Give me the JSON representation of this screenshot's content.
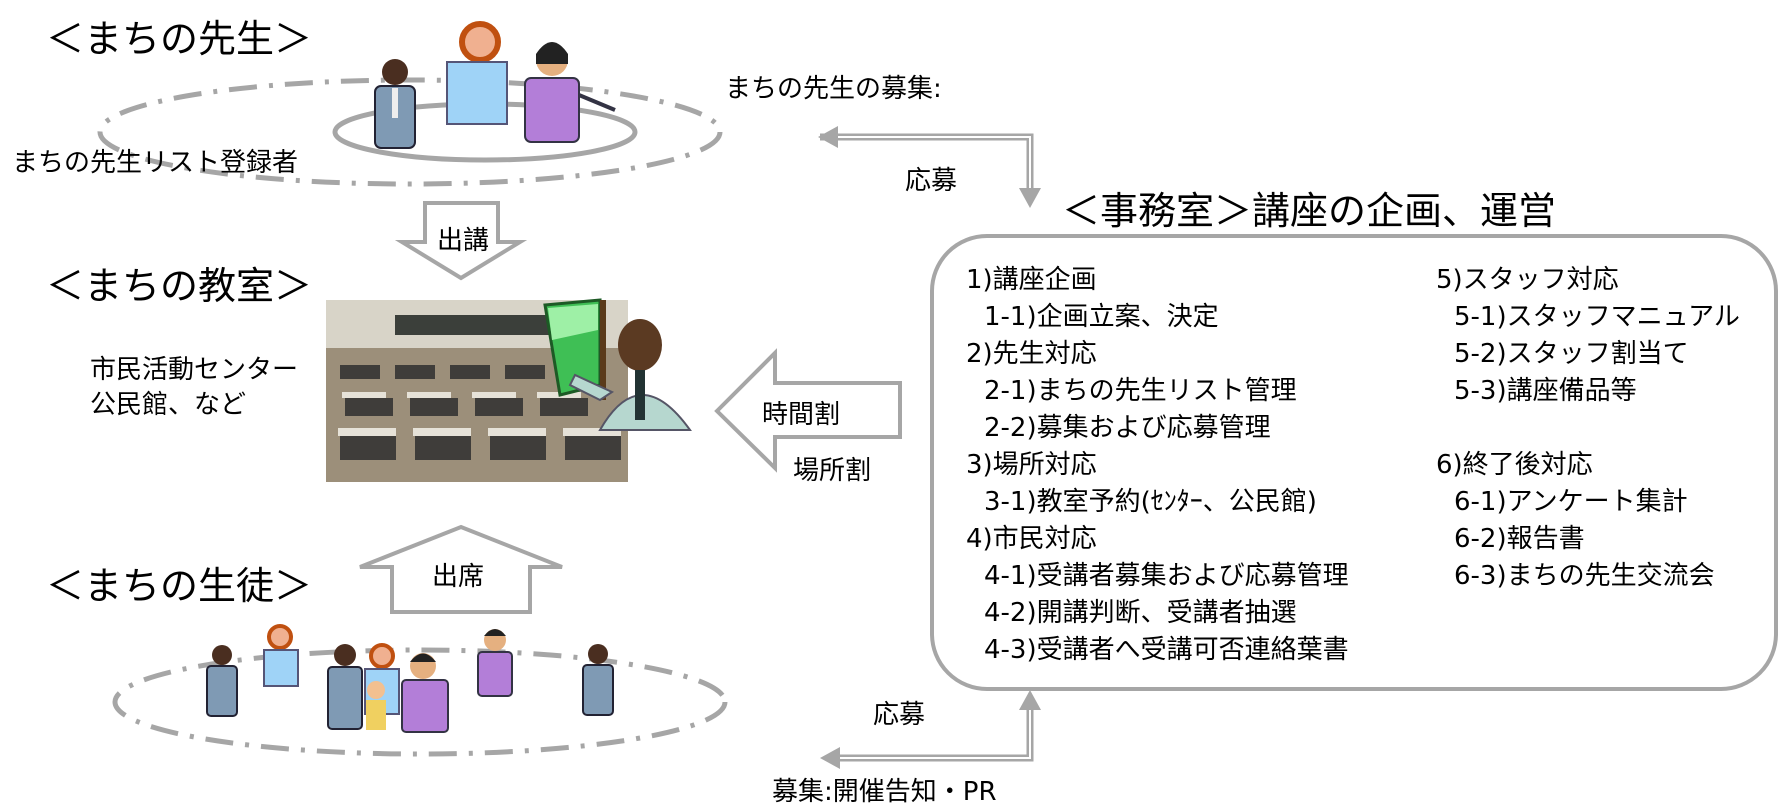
{
  "teachers": {
    "heading": "＜まちの先生＞",
    "registrants": "まちの先生リスト登録者",
    "recruit_label": "まちの先生の募集:",
    "apply_top": "応募",
    "dispatch_arrow": "出講"
  },
  "classroom": {
    "heading": "＜まちの教室＞",
    "venue_line1": "市民活動センター",
    "venue_line2": "公民館、など",
    "timetable": "時間割",
    "location": "場所割"
  },
  "students": {
    "heading": "＜まちの生徒＞",
    "attend_arrow": "出席",
    "apply_bottom": "応募",
    "recruit_label": "募集:開催告知・PR"
  },
  "office": {
    "heading": "＜事務室＞講座の企画、運営",
    "left_items": [
      "1)講座企画",
      "  1-1)企画立案、決定",
      "2)先生対応",
      "  2-1)まちの先生リスト管理",
      "  2-2)募集および応募管理",
      "3)場所対応",
      "  3-1)教室予約(ｾﾝﾀｰ、公民館)",
      "4)市民対応",
      "  4-1)受講者募集および応募管理",
      "  4-2)開講判断、受講者抽選",
      "  4-3)受講者へ受講可否連絡葉書"
    ],
    "right_items": [
      "5)スタッフ対応",
      "  5-1)スタッフマニュアル",
      "  5-2)スタッフ割当て",
      "  5-3)講座備品等",
      "",
      "6)終了後対応",
      "  6-1)アンケート集計",
      "  6-2)報告書",
      "  6-3)まちの先生交流会"
    ]
  },
  "colors": {
    "gray_line": "#a6a6a6",
    "gray_fill": "#bfbfbf",
    "panel_border": "#a6a6a6"
  }
}
